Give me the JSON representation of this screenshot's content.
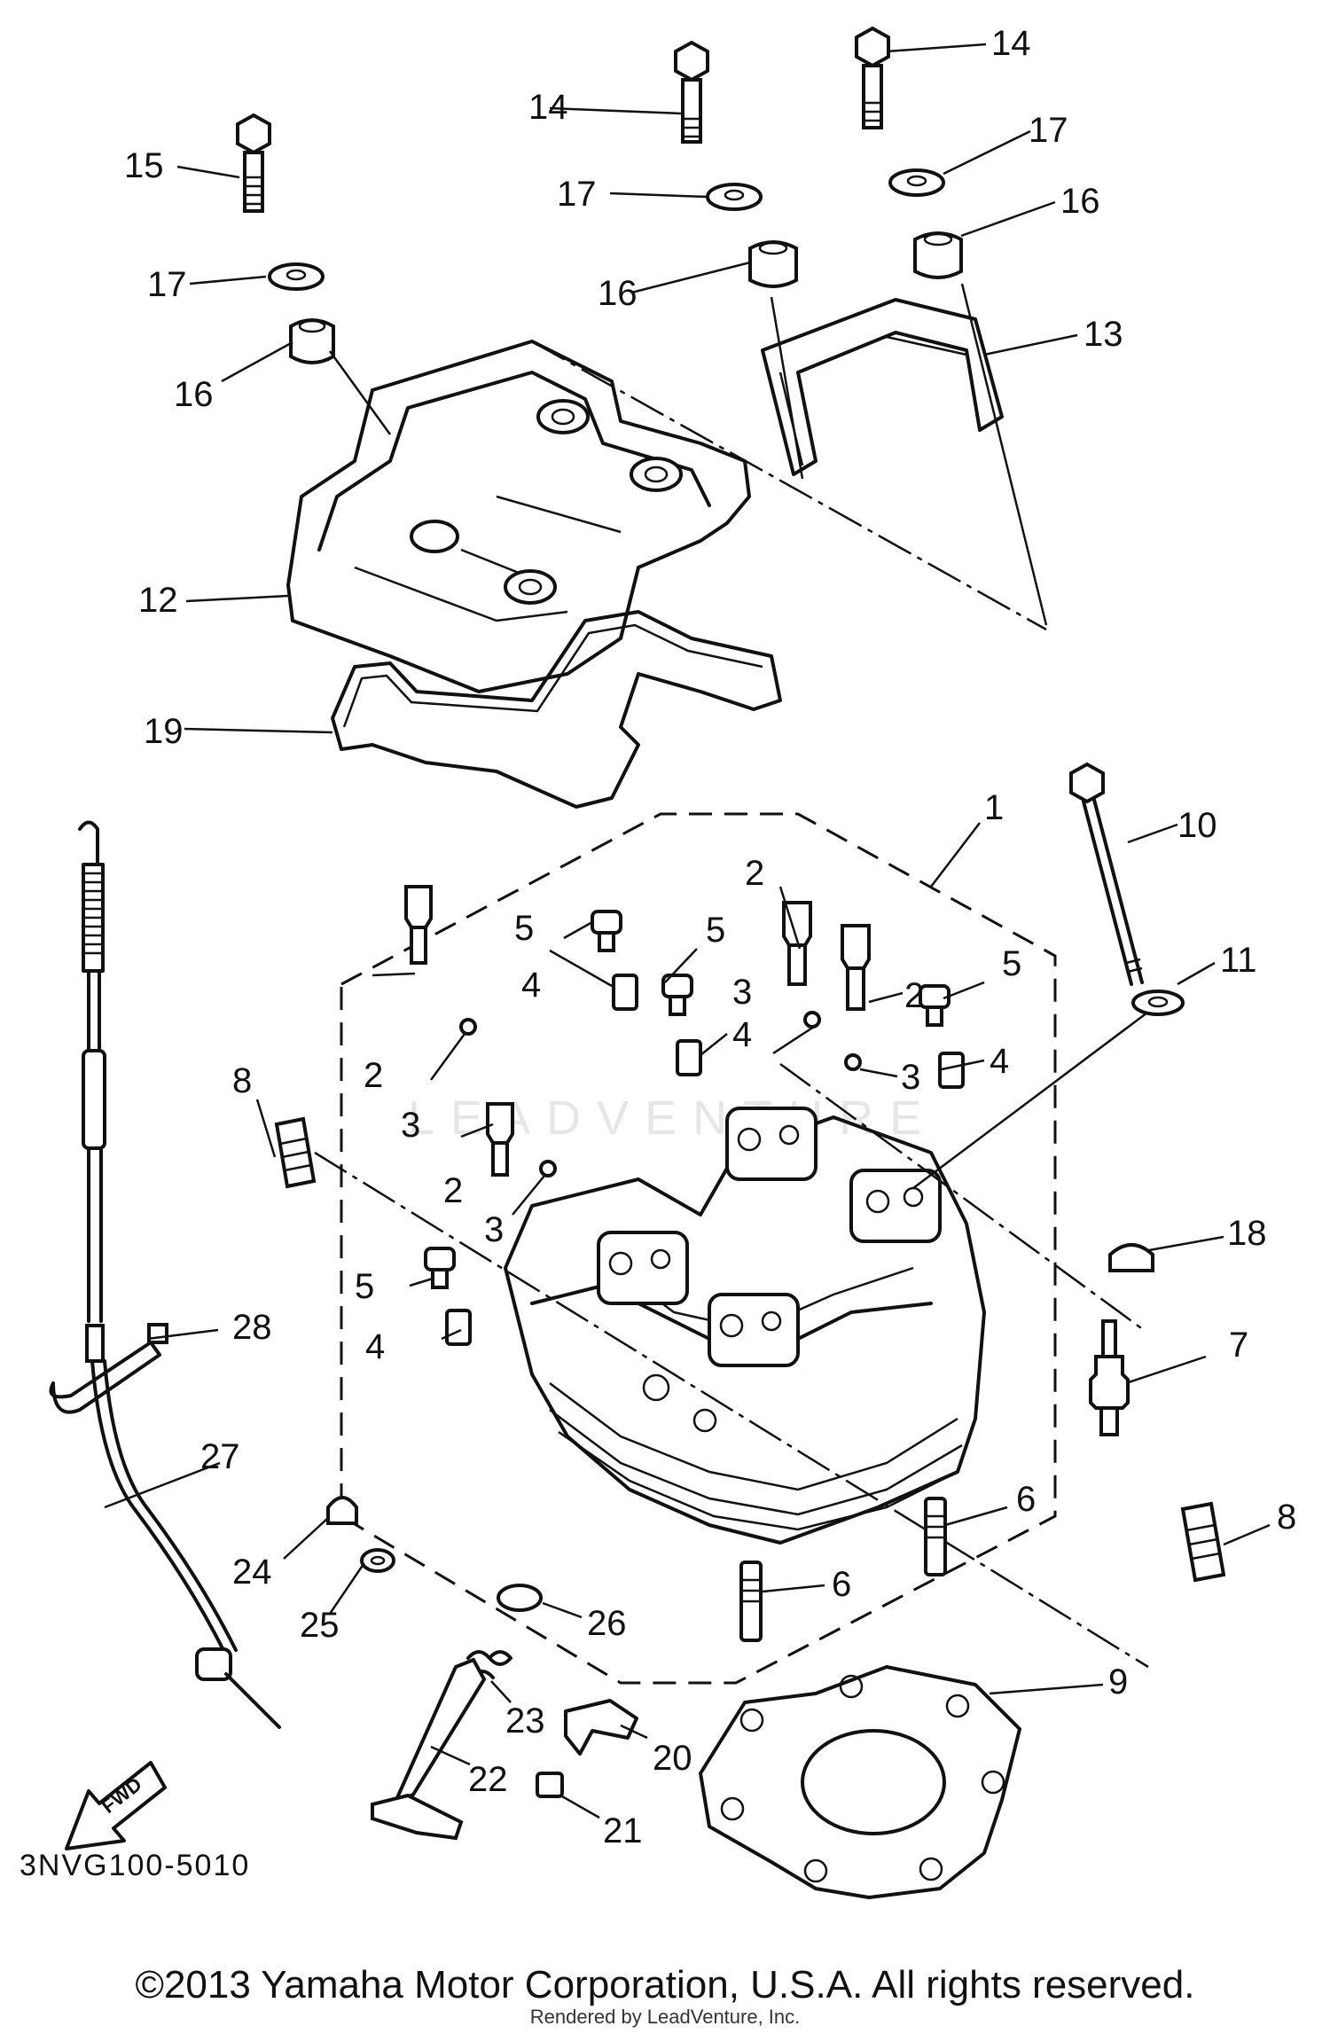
{
  "diagram_code": "3NVG100-5010",
  "copyright": "©2013 Yamaha Motor Corporation, U.S.A. All rights reserved.",
  "rendered_by": "Rendered by LeadVenture, Inc.",
  "watermark": "LEADVENTURE",
  "fwd_label": "FWD",
  "callouts": {
    "c1": "1",
    "c2a": "2",
    "c2b": "2",
    "c2c": "2",
    "c2d": "2",
    "c3a": "3",
    "c3b": "3",
    "c3c": "3",
    "c3d": "3",
    "c4a": "4",
    "c4b": "4",
    "c4c": "4",
    "c4d": "4",
    "c5a": "5",
    "c5b": "5",
    "c5c": "5",
    "c5d": "5",
    "c6a": "6",
    "c6b": "6",
    "c7": "7",
    "c8a": "8",
    "c8b": "8",
    "c9": "9",
    "c10": "10",
    "c11": "11",
    "c12": "12",
    "c13": "13",
    "c14a": "14",
    "c14b": "14",
    "c15": "15",
    "c16a": "16",
    "c16b": "16",
    "c16c": "16",
    "c17a": "17",
    "c17b": "17",
    "c17c": "17",
    "c18": "18",
    "c19": "19",
    "c20": "20",
    "c21": "21",
    "c22": "22",
    "c23": "23",
    "c24": "24",
    "c25": "25",
    "c26": "26",
    "c27": "27",
    "c28": "28"
  }
}
